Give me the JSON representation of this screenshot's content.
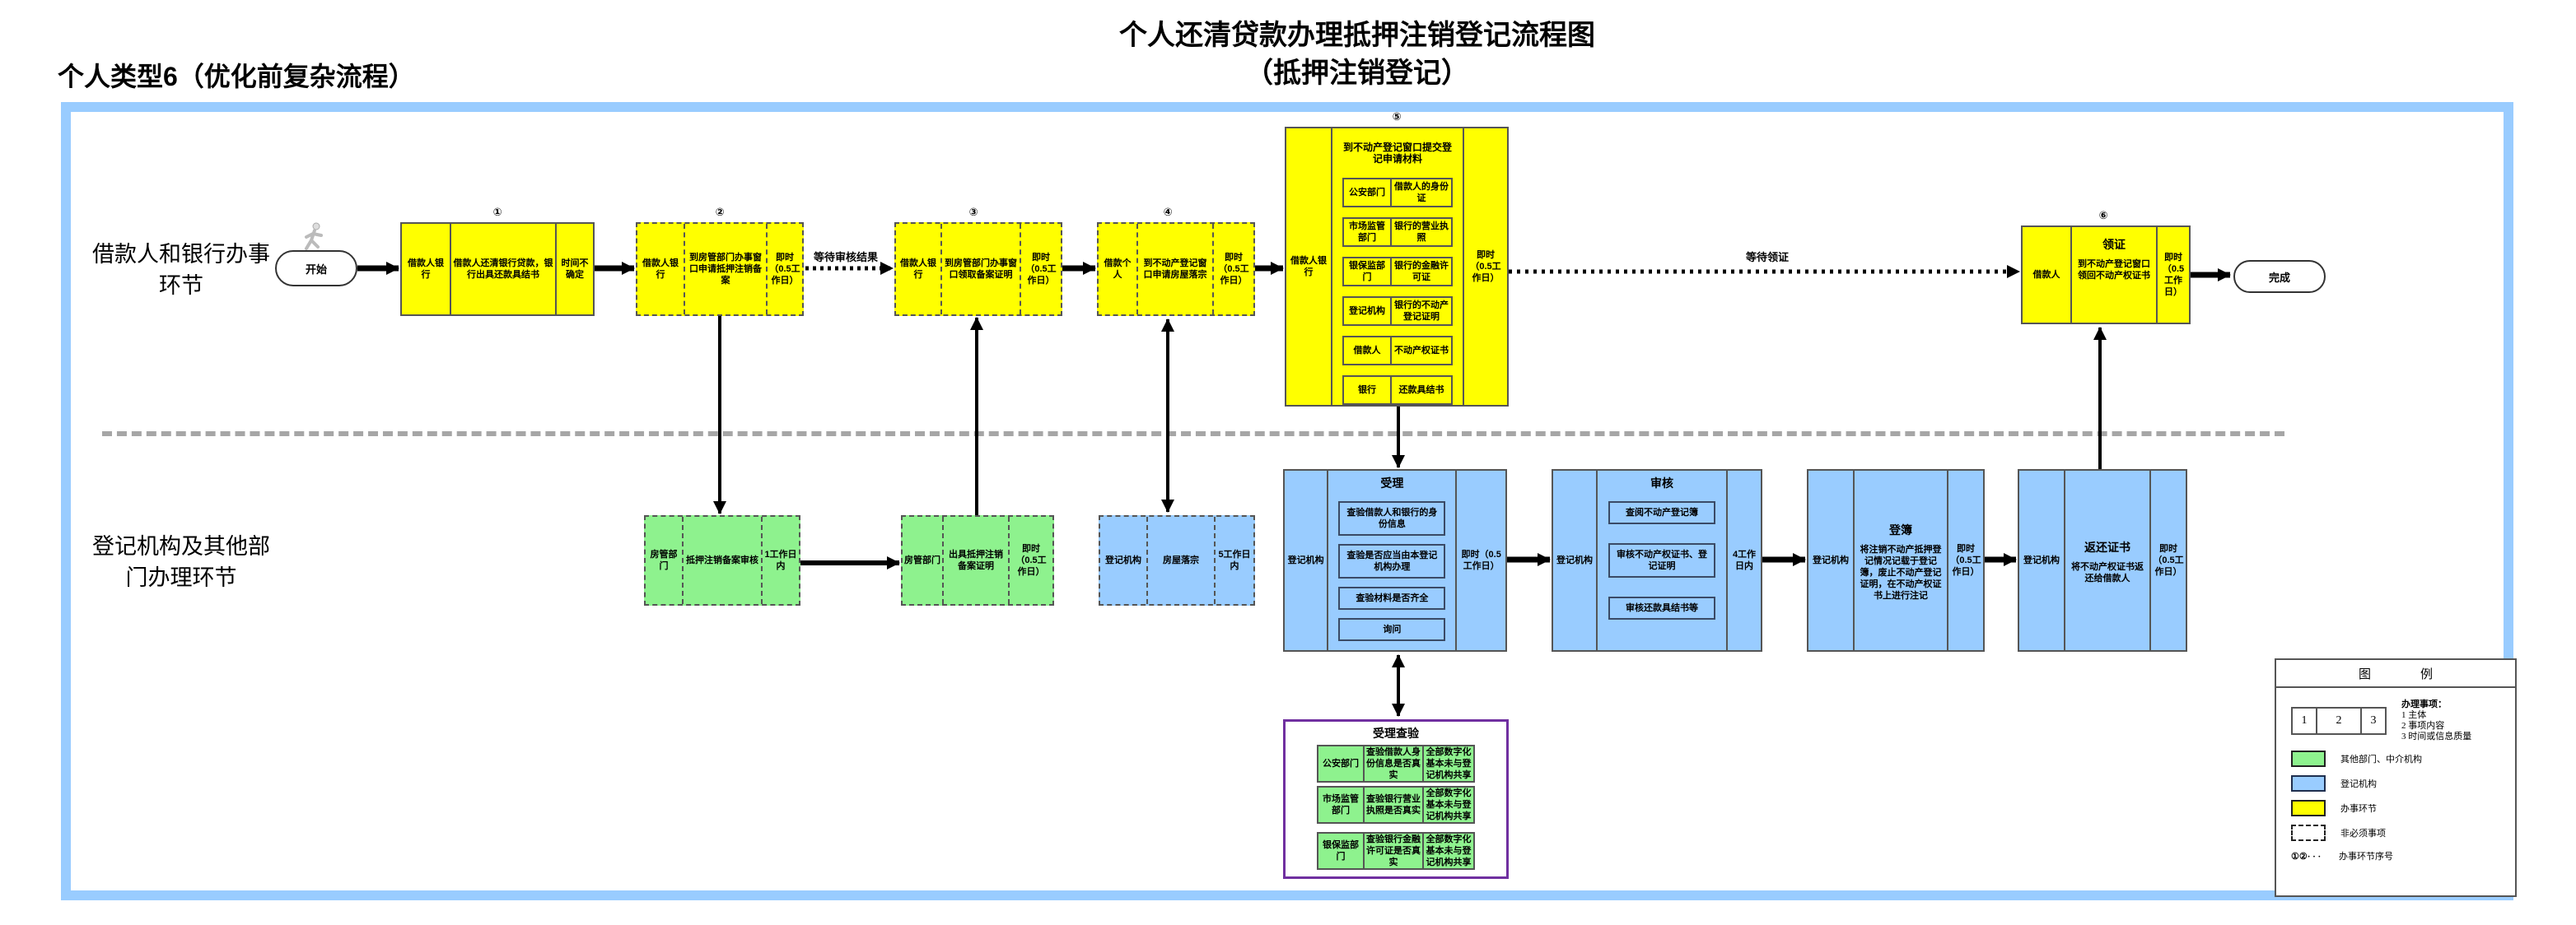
{
  "title": {
    "line1": "个人还清贷款办理抵押注销登记流程图",
    "line2": "（抵押注销登记）"
  },
  "subtitle": "个人类型6（优化前复杂流程）",
  "lanes": {
    "top": "借款人和银行办事环节",
    "bottom": "登记机构及其他部门办理环节"
  },
  "start_label": "开始",
  "end_label": "完成",
  "wait_review_label": "等待审核结果",
  "wait_cert_label": "等待领证",
  "steps": [
    {
      "num": "①",
      "subject": "借款人银行",
      "content": "借款人还清银行贷款，银行出具还款具结书",
      "time": "时间不确定"
    },
    {
      "num": "②",
      "subject": "借款人银行",
      "content": "到房管部门办事窗口申请抵押注销备案",
      "time": "即时（0.5工作日）"
    },
    {
      "num": "③",
      "subject": "借款人银行",
      "content": "到房管部门办事窗口领取备案证明",
      "time": "即时（0.5工作日）"
    },
    {
      "num": "④",
      "subject": "借款个人",
      "content": "到不动产登记窗口申请房屋落宗",
      "time": "即时（0.5工作日）"
    },
    {
      "num": "⑤",
      "subject": "借款人银行",
      "content": "到不动产登记窗口提交登记申请材料",
      "time": "即时（0.5工作日）",
      "materials": [
        {
          "dept": "公安部门",
          "doc": "借款人的身份证"
        },
        {
          "dept": "市场监管部门",
          "doc": "银行的营业执照"
        },
        {
          "dept": "银保监部门",
          "doc": "银行的金融许可证"
        },
        {
          "dept": "登记机构",
          "doc": "银行的不动产登记证明"
        },
        {
          "dept": "借款人",
          "doc": "不动产权证书"
        },
        {
          "dept": "银行",
          "doc": "还款具结书"
        }
      ]
    },
    {
      "num": "⑥",
      "subject": "借款人",
      "title": "领证",
      "content": "到不动产登记窗口领回不动产权证书",
      "time": "即时（0.5工作日）"
    }
  ],
  "agency_steps": [
    {
      "subject": "房管部门",
      "content": "抵押注销备案审核",
      "time": "1工作日内"
    },
    {
      "subject": "房管部门",
      "content": "出具抵押注销备案证明",
      "time": "即时（0.5工作日）"
    },
    {
      "subject": "登记机构",
      "content": "房屋落宗",
      "time": "5工作日内"
    },
    {
      "subject": "登记机构",
      "title": "受理",
      "items": [
        "查验借款人和银行的身份信息",
        "查验是否应当由本登记机构办理",
        "查验材料是否齐全",
        "询问"
      ],
      "time": "即时（0.5工作日）"
    },
    {
      "subject": "登记机构",
      "title": "审核",
      "items": [
        "查阅不动产登记簿",
        "审核不动产权证书、登记证明",
        "审核还款具结书等"
      ],
      "time": "4工作日内"
    },
    {
      "subject": "登记机构",
      "title": "登簿",
      "content": "将注销不动产抵押登记情况记载于登记簿，废止不动产登记证明，在不动产权证书上进行注记",
      "time": "即时（0.5工作日）"
    },
    {
      "subject": "登记机构",
      "title": "返还证书",
      "content": "将不动产权证书返还给借款人",
      "time": "即时（0.5工作日）"
    }
  ],
  "verification": {
    "title": "受理查验",
    "rows": [
      {
        "dept": "公安部门",
        "check": "查验借款人身份信息是否真实",
        "status": "全部数字化基本未与登记机构共享"
      },
      {
        "dept": "市场监管部门",
        "check": "查验银行营业执照是否真实",
        "status": "全部数字化基本未与登记机构共享"
      },
      {
        "dept": "银保监部门",
        "check": "查验银行金融许可证是否真实",
        "status": "全部数字化基本未与登记机构共享"
      }
    ]
  },
  "legend": {
    "title_a": "图",
    "title_b": "例",
    "sample": [
      "1",
      "2",
      "3"
    ],
    "matters_title": "办理事项：",
    "matters": [
      "1 主体",
      "2 事项内容",
      "3 时间或信息质量"
    ],
    "items": [
      {
        "label": "其他部门、中介机构",
        "color": "#8ef28e"
      },
      {
        "label": "登记机构",
        "color": "#99ccff"
      },
      {
        "label": "办事环节",
        "color": "#ffff00"
      },
      {
        "label": "非必须事项"
      },
      {
        "symbol": "①②· · ·",
        "label": "办事环节序号"
      }
    ]
  },
  "colors": {
    "frame": "#99ccff",
    "office": "#ffff00",
    "registry": "#99ccff",
    "other_dept": "#8ef28e",
    "verification_border": "#7030a0"
  }
}
